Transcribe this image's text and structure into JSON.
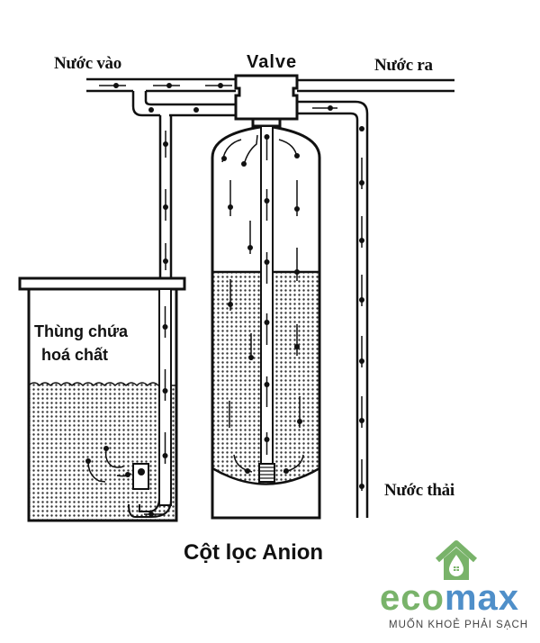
{
  "labels": {
    "inlet": "Nước vào",
    "valve": "Valve",
    "outlet": "Nước ra",
    "chemical_tank_line1": "Thùng chứa",
    "chemical_tank_line2": "hoá chất",
    "waste": "Nước thải",
    "caption": "Cột lọc Anion"
  },
  "logo": {
    "icon": "house-water-drop-icon",
    "brand_part1": "eco",
    "brand_part2": "max",
    "tagline": "MUỐN KHOẺ PHẢI SẠCH",
    "colors": {
      "green": "#79b36a",
      "blue": "#4f8fc9"
    }
  },
  "diagram": {
    "components": [
      "inlet-pipe",
      "valve",
      "outlet-pipe",
      "chemical-tank",
      "anion-filter-column",
      "waste-pipe"
    ],
    "line_color": "#111111",
    "fill_pattern": "dotted"
  }
}
